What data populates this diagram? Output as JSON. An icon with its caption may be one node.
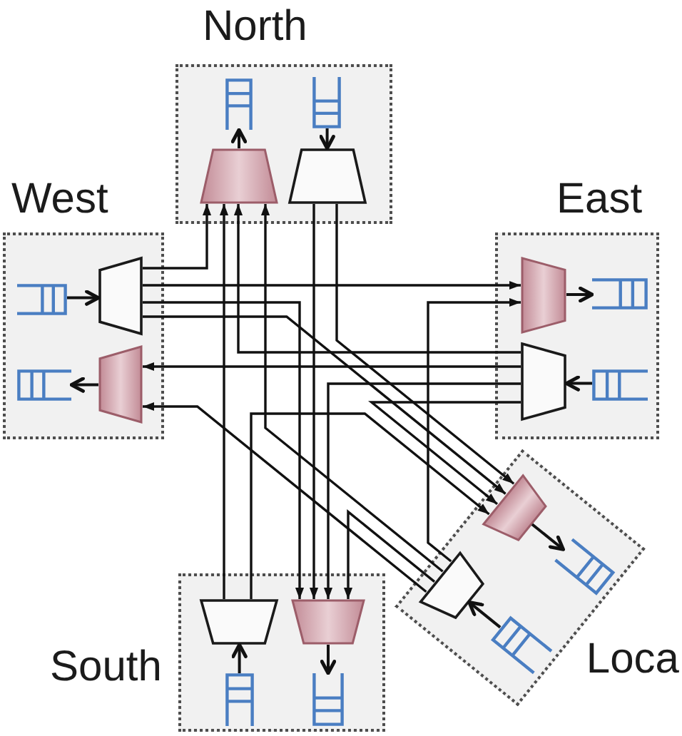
{
  "diagram": {
    "nodes": [
      {
        "text": [
          "North"
        ]
      },
      {
        "text": [],
        "shape": "queue",
        "in": 0
      },
      {
        "text": [],
        "shape": "queue",
        "in": 0
      },
      {
        "text": [],
        "shape": "trapezoid",
        "in": 0
      },
      {
        "text": [],
        "shape": "trapezoid",
        "in": 0
      },
      {
        "text": [
          "West"
        ]
      },
      {
        "text": [],
        "shape": "queue",
        "in": 5
      },
      {
        "text": [],
        "shape": "trapezoid",
        "in": 5
      },
      {
        "text": [],
        "shape": "queue",
        "in": 5
      },
      {
        "text": [],
        "shape": "trapezoid",
        "in": 5
      },
      {
        "text": [
          "East"
        ]
      },
      {
        "text": [],
        "shape": "trapezoid",
        "in": 10
      },
      {
        "text": [],
        "shape": "queue",
        "in": 10
      },
      {
        "text": [],
        "shape": "trapezoid",
        "in": 10
      },
      {
        "text": [],
        "shape": "queue",
        "in": 10
      },
      {
        "text": [
          "South"
        ]
      },
      {
        "text": [],
        "shape": "trapezoid",
        "in": 15
      },
      {
        "text": [],
        "shape": "trapezoid",
        "in": 15
      },
      {
        "text": [],
        "shape": "queue",
        "in": 15
      },
      {
        "text": [],
        "shape": "queue",
        "in": 15
      },
      {
        "text": [
          "Loca"
        ]
      },
      {
        "text": [],
        "shape": "trapezoid",
        "in": 20
      },
      {
        "text": [],
        "shape": "queue",
        "in": 20
      },
      {
        "text": [],
        "shape": "trapezoid",
        "in": 20
      },
      {
        "text": [],
        "shape": "queue",
        "in": 20
      }
    ],
    "edges": [
      {
        "from": 2,
        "to": 4,
        "arrow": "to"
      },
      {
        "from": 3,
        "to": 1,
        "arrow": "to"
      },
      {
        "from": 6,
        "to": 7,
        "arrow": "to"
      },
      {
        "from": 9,
        "to": 8,
        "arrow": "to"
      },
      {
        "from": 11,
        "to": 12,
        "arrow": "to"
      },
      {
        "from": 14,
        "to": 13,
        "arrow": "to"
      },
      {
        "from": 18,
        "to": 16,
        "arrow": "to"
      },
      {
        "from": 17,
        "to": 19,
        "arrow": "to"
      },
      {
        "from": 21,
        "to": 22,
        "arrow": "to"
      },
      {
        "from": 24,
        "to": 23,
        "arrow": "to"
      },
      {
        "from": 7,
        "to": 3,
        "arrow": "to"
      },
      {
        "from": 7,
        "to": 11,
        "arrow": "to"
      },
      {
        "from": 7,
        "to": 21,
        "arrow": "to"
      },
      {
        "from": 7,
        "to": 17,
        "arrow": "to"
      },
      {
        "from": 13,
        "to": 3,
        "arrow": "to"
      },
      {
        "from": 13,
        "to": 9,
        "arrow": "to"
      },
      {
        "from": 13,
        "to": 17,
        "arrow": "to"
      },
      {
        "from": 13,
        "to": 21,
        "arrow": "to"
      },
      {
        "from": 4,
        "to": 17,
        "arrow": "to"
      },
      {
        "from": 4,
        "to": 21,
        "arrow": "to"
      },
      {
        "from": 16,
        "to": 3,
        "arrow": "to"
      },
      {
        "from": 16,
        "to": 21,
        "arrow": "to"
      },
      {
        "from": 23,
        "to": 3,
        "arrow": "to"
      },
      {
        "from": 23,
        "to": 9,
        "arrow": "to"
      },
      {
        "from": 23,
        "to": 11,
        "arrow": "to"
      },
      {
        "from": 23,
        "to": 17,
        "arrow": "to"
      }
    ]
  }
}
